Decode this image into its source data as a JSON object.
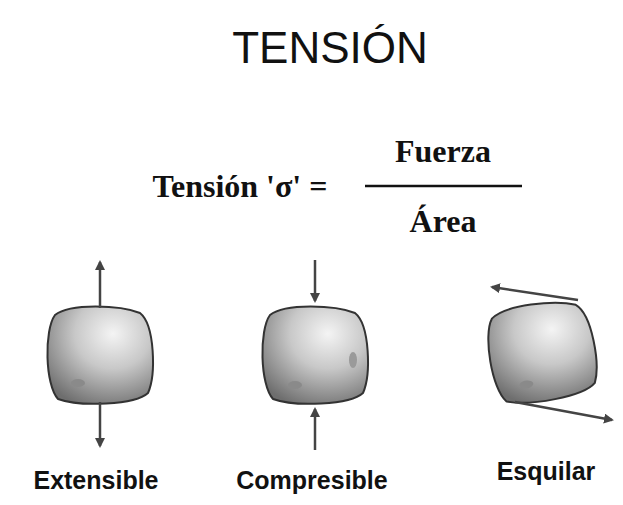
{
  "diagram": {
    "title": "TENSIÓN",
    "labels": [
      "Tensión 'σ' =",
      "Fuerza",
      "Área",
      "Extensible",
      "Compresible",
      "Esquilar"
    ]
  }
}
